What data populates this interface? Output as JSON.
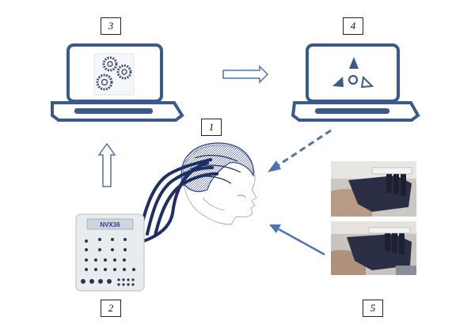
{
  "labels": {
    "step1": "1",
    "step2": "2",
    "step3": "3",
    "step4": "4",
    "step5": "5"
  },
  "device": {
    "brand": "NVX36"
  },
  "colors": {
    "laptop_blue": "#3b5a8c",
    "arrow_blue": "#4a73b5",
    "brain_blue": "#2b3f8a",
    "cable_navy": "#1f2f66",
    "device_body": "#e9ecef",
    "exo_dark": "#2a2f45"
  },
  "icons": {
    "screen3": "gears-icon",
    "screen4": "shapes-icon"
  }
}
